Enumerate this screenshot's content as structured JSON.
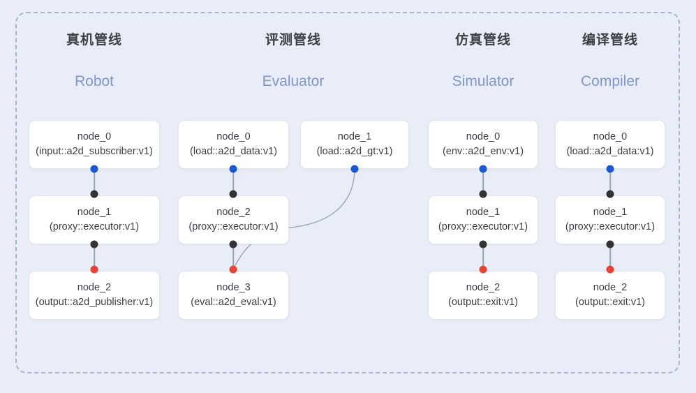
{
  "theme": {
    "page_background": "#eaeef8",
    "panel_background": "#e8edf8",
    "panel_border": "#a9b3cc",
    "node_background": "#ffffff",
    "node_border": "#e2e5ec",
    "title_color": "#3c4043",
    "subtitle_color": "#8096c9",
    "dot_input_color": "#1a57d6",
    "dot_proxy_color": "#333333",
    "dot_output_color": "#ea4335",
    "edge_color": "#9aa3b5"
  },
  "pipelines": [
    {
      "title": "真机管线",
      "subtitle": "Robot",
      "nodes": [
        {
          "name": "node_0",
          "type": "(input::a2d_subscriber:v1)"
        },
        {
          "name": "node_1",
          "type": "(proxy::executor:v1)"
        },
        {
          "name": "node_2",
          "type": "(output::a2d_publisher:v1)"
        }
      ]
    },
    {
      "title": "评测管线",
      "subtitle": "Evaluator",
      "nodes": [
        {
          "name": "node_0",
          "type": "(load::a2d_data:v1)"
        },
        {
          "name": "node_1",
          "type": "(load::a2d_gt:v1)"
        },
        {
          "name": "node_2",
          "type": "(proxy::executor:v1)"
        },
        {
          "name": "node_3",
          "type": "(eval::a2d_eval:v1)"
        }
      ]
    },
    {
      "title": "仿真管线",
      "subtitle": "Simulator",
      "nodes": [
        {
          "name": "node_0",
          "type": "(env::a2d_env:v1)"
        },
        {
          "name": "node_1",
          "type": "(proxy::executor:v1)"
        },
        {
          "name": "node_2",
          "type": "(output::exit:v1)"
        }
      ]
    },
    {
      "title": "编译管线",
      "subtitle": "Compiler",
      "nodes": [
        {
          "name": "node_0",
          "type": "(load::a2d_data:v1)"
        },
        {
          "name": "node_1",
          "type": "(proxy::executor:v1)"
        },
        {
          "name": "node_2",
          "type": "(output::exit:v1)"
        }
      ]
    }
  ]
}
